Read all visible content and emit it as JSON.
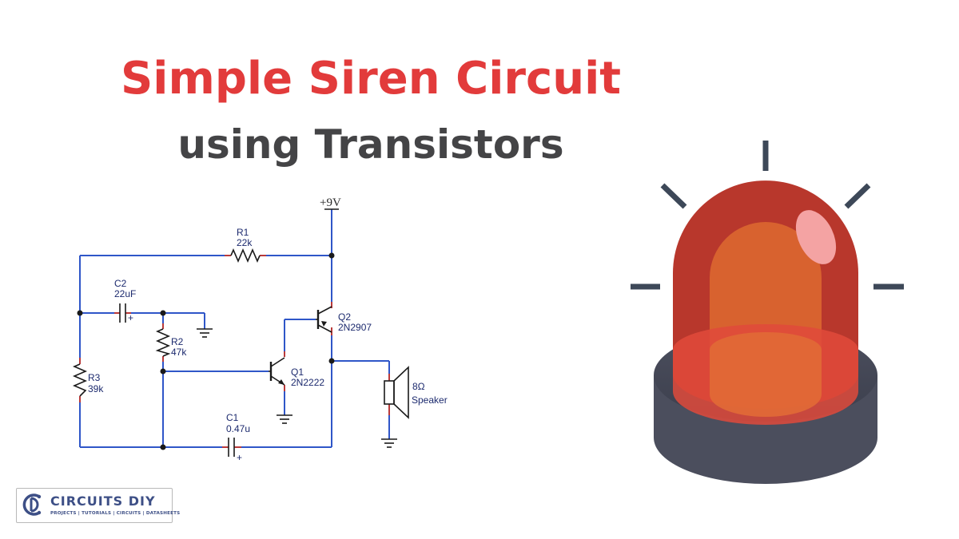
{
  "title": {
    "line1": "Simple Siren Circuit",
    "line2": "using Transistors"
  },
  "schematic": {
    "supply": "+9V",
    "components": {
      "r1": {
        "ref": "R1",
        "value": "22k"
      },
      "r2": {
        "ref": "R2",
        "value": "47k"
      },
      "r3": {
        "ref": "R3",
        "value": "39k"
      },
      "c1": {
        "ref": "C1",
        "value": "0.47u"
      },
      "c2": {
        "ref": "C2",
        "value": "22uF"
      },
      "q1": {
        "ref": "Q1",
        "value": "2N2222"
      },
      "q2": {
        "ref": "Q2",
        "value": "2N2907"
      },
      "speaker": {
        "ref": "8Ω",
        "value": "Speaker"
      }
    },
    "cap_polarity": "+",
    "colors": {
      "wire": "#2f56c8",
      "lead": "#b93a3a",
      "symbol": "#1a1a1a"
    }
  },
  "siren": {
    "icon": "siren-light-icon",
    "colors": {
      "dome": "#b8372c",
      "inner": "#d8622f",
      "base": "#4a4d5c",
      "rays": "#3d4858"
    }
  },
  "logo": {
    "name": "CIRCUITS DIY",
    "tagline": "PROJECTS | TUTORIALS | CIRCUITS | DATASHEETS"
  }
}
